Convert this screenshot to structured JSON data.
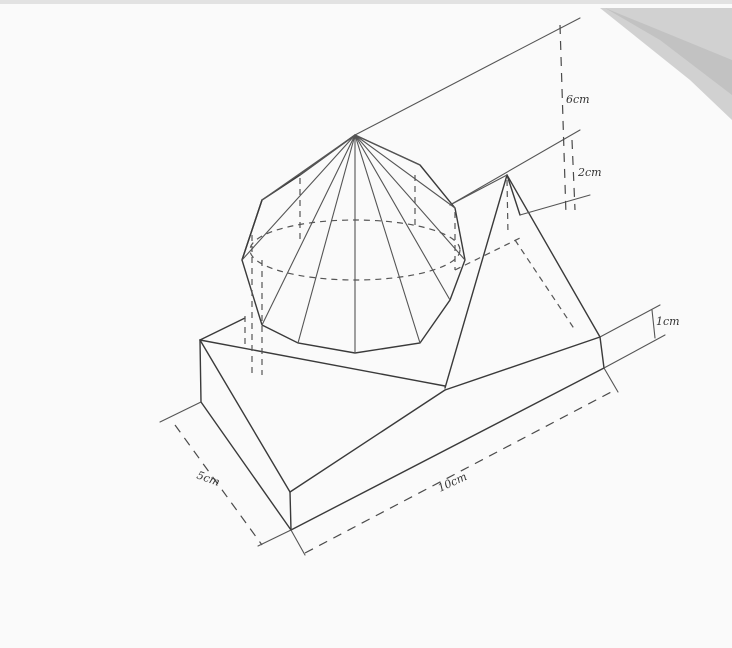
{
  "drawing": {
    "dimensions": {
      "height_upper": "6cm",
      "height_peak": "2cm",
      "base_thickness": "1cm",
      "depth": "5cm",
      "length": "10cm"
    },
    "colors": {
      "paper": "#ffffff",
      "pencil": "#3a3a3a",
      "shadow": "#c9c9c9"
    }
  }
}
